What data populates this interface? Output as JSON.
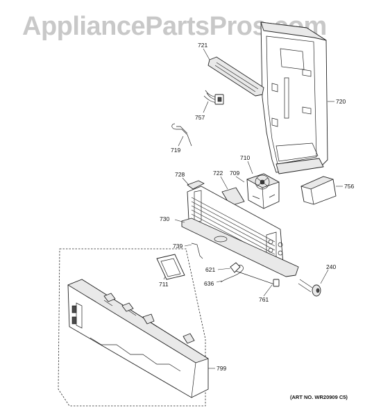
{
  "watermark": "AppliancePartsPros.com",
  "art_number": "(ART NO. WR20909 C5)",
  "callouts": {
    "c721": "721",
    "c720": "720",
    "c757": "757",
    "c719": "719",
    "c710": "710",
    "c728": "728",
    "c722": "722",
    "c709": "709",
    "c756": "756",
    "c730": "730",
    "c739": "739",
    "c621": "621",
    "c240": "240",
    "c711": "711",
    "c636": "636",
    "c761": "761",
    "c799": "799"
  }
}
